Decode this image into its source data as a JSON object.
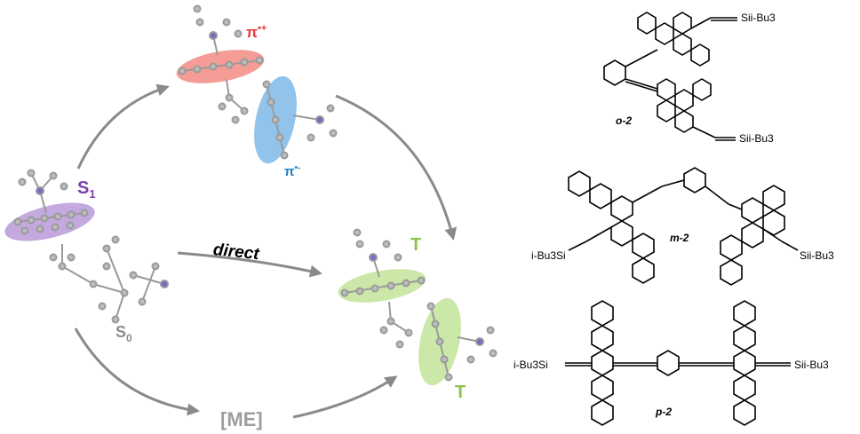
{
  "mechanism": {
    "state_s1": {
      "main": "S",
      "sub": "1",
      "color": "#7b3fb0"
    },
    "state_s0": {
      "main": "S",
      "sub": "0",
      "color": "#8c8c8c"
    },
    "state_t_upper": {
      "text": "T",
      "color": "#8bc34a"
    },
    "state_t_lower": {
      "text": "T",
      "color": "#8bc34a"
    },
    "radical_cation": {
      "main": "π",
      "sup": "•+",
      "color": "#e53935"
    },
    "radical_anion": {
      "main": "π",
      "sup": "•-",
      "color": "#1e7fc8"
    },
    "direct_label": "direct",
    "me_label": "[ME]",
    "me_color": "#9e9e9e",
    "arrow_color": "#8a8a8a",
    "ellipse_colors": {
      "purple": "#b89ad8",
      "red": "#f28b82",
      "blue": "#7fb8e8",
      "green": "#c5e6a0"
    }
  },
  "structures": {
    "o2": {
      "label": "o-2",
      "silyl_top": "Sii-Bu3",
      "silyl_bottom": "Sii-Bu3"
    },
    "m2": {
      "label": "m-2",
      "silyl_left": "i-Bu3Si",
      "silyl_right": "Sii-Bu3"
    },
    "p2": {
      "label": "p-2",
      "silyl_left": "i-Bu3Si",
      "silyl_right": "Sii-Bu3"
    }
  }
}
